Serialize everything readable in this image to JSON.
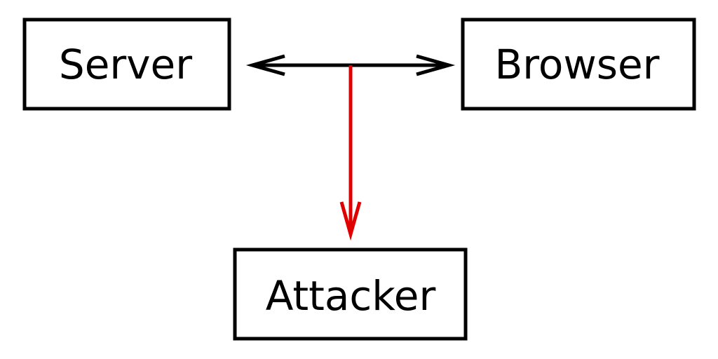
{
  "nodes": {
    "server": {
      "label": "Server"
    },
    "browser": {
      "label": "Browser"
    },
    "attacker": {
      "label": "Attacker"
    }
  },
  "edges": {
    "server_browser": {
      "from": "Server",
      "to": "Browser",
      "direction": "bidirectional",
      "color": "#000000"
    },
    "tap_attacker": {
      "from": "server_browser",
      "to": "Attacker",
      "direction": "forward",
      "color": "#e00000"
    }
  },
  "colors": {
    "stroke": "#000000",
    "accent": "#e00000",
    "background": "#ffffff"
  }
}
